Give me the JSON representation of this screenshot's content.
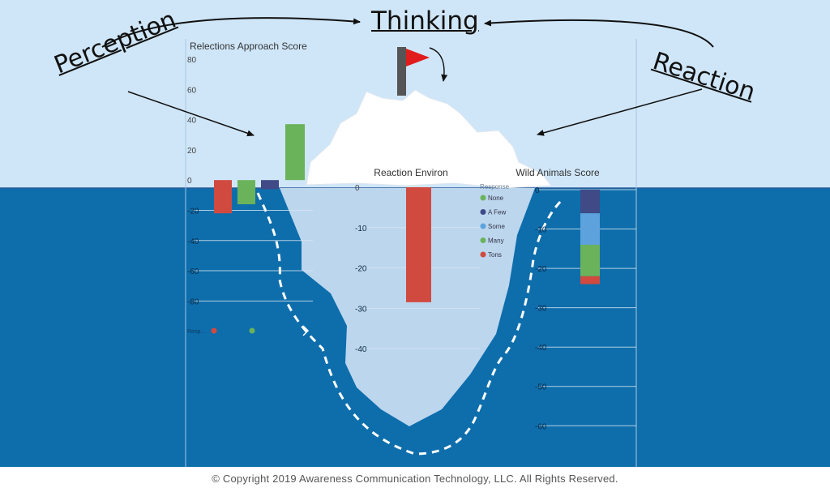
{
  "labels": {
    "thinking": "Thinking",
    "perception": "Perception",
    "reaction": "Reaction",
    "copyright": "© Copyright 2019 Awareness Communication Technology, LLC. All Rights Reserved."
  },
  "colors": {
    "sky": "#cfe6f8",
    "sea": "#0e6eac",
    "iceberg_above": "#ffffff",
    "iceberg_below": "#bcd6ee",
    "flag": "#e11c1c",
    "pole": "#555555",
    "red": "#d04a3f",
    "green": "#6bb35a",
    "navy": "#3f4a86",
    "lightblue": "#5da2dd"
  },
  "chart_data": [
    {
      "type": "bar",
      "title": "Relections Approach Score",
      "ylim": [
        -90,
        80
      ],
      "yticks": [
        "80",
        "60",
        "40",
        "20",
        "0",
        "-20",
        "-40",
        "-60",
        "-80"
      ],
      "bars": [
        {
          "value": -22,
          "color": "#d04a3f"
        },
        {
          "value": -16,
          "color": "#6bb35a"
        },
        {
          "value": -6,
          "color": "#3f4a86"
        },
        {
          "value": 37,
          "color": "#6bb35a"
        }
      ],
      "legend": {
        "prefix": "Resp...",
        "entries": [
          "",
          ""
        ],
        "colors": [
          "#d04a3f",
          "#6bb35a"
        ]
      }
    },
    {
      "type": "bar",
      "title": "Reaction Environ",
      "ylim": [
        -45,
        0
      ],
      "yticks": [
        "0",
        "-10",
        "-20",
        "-30",
        "-40"
      ],
      "bars": [
        {
          "value": -28.5,
          "color": "#d04a3f"
        }
      ],
      "legend": {
        "title": "Response",
        "entries": [
          "None",
          "A Few",
          "Some",
          "Many",
          "Tons"
        ],
        "colors": [
          "#6bb35a",
          "#3f4a86",
          "#5da2dd",
          "#6bb35a",
          "#d04a3f"
        ]
      }
    },
    {
      "type": "bar",
      "title": "Wild Animals Score",
      "ylim": [
        -62,
        0
      ],
      "yticks": [
        "0",
        "-10",
        "-20",
        "-30",
        "-40",
        "-50",
        "-60"
      ],
      "stack": [
        {
          "value": 6,
          "color": "#3f4a86"
        },
        {
          "value": 8,
          "color": "#5da2dd"
        },
        {
          "value": 8,
          "color": "#6bb35a"
        },
        {
          "value": 2,
          "color": "#d04a3f"
        }
      ]
    }
  ]
}
